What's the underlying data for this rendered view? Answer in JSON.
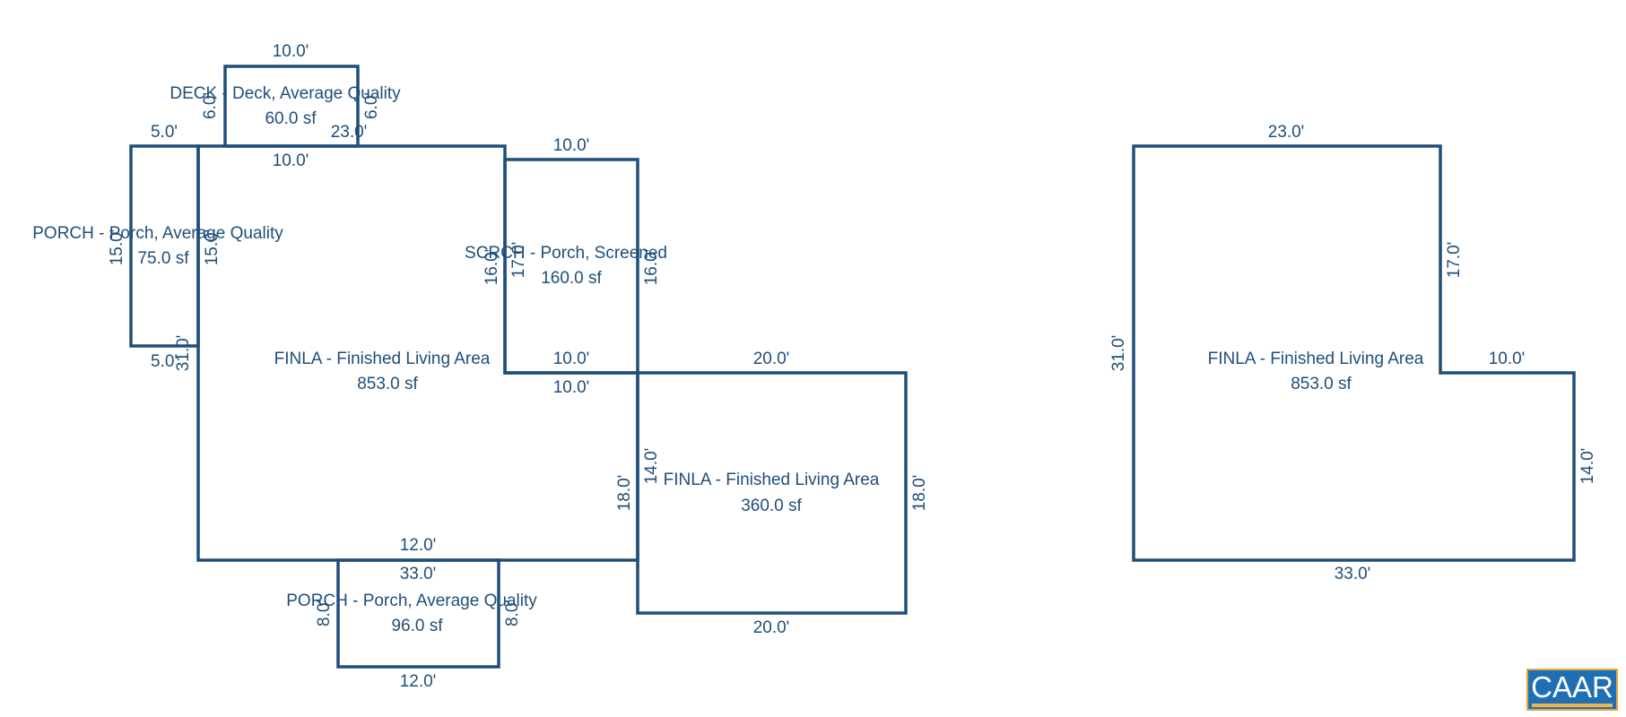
{
  "areas": {
    "deck": {
      "name": "DECK - Deck, Average Quality",
      "area": "60.0 sf"
    },
    "porch_left": {
      "name": "PORCH - Porch, Average Quality",
      "area": "75.0 sf"
    },
    "screen_porch": {
      "name": "SCRCH - Porch, Screened",
      "area": "160.0 sf"
    },
    "finla_main": {
      "name": "FINLA - Finished Living Area",
      "area": "853.0 sf"
    },
    "finla_ext": {
      "name": "FINLA - Finished Living Area",
      "area": "360.0 sf"
    },
    "porch_bottom": {
      "name": "PORCH - Porch, Average Quality",
      "area": "96.0 sf"
    },
    "finla_right": {
      "name": "FINLA - Finished Living Area",
      "area": "853.0 sf"
    }
  },
  "dimensions": {
    "deck_top": "10.0'",
    "deck_left": "6.0'",
    "deck_right": "6.0'",
    "deck_bottom": "10.0'",
    "porch_left_top": "5.0'",
    "porch_left_left": "15.0'",
    "porch_left_right": "15.0'",
    "porch_left_bottom": "5.0'",
    "main_top": "23.0'",
    "main_left": "31.0'",
    "main_bottom": "33.0'",
    "scr_top": "10.0'",
    "scr_left_outer": "16.0'",
    "scr_left_inner": "17.0'",
    "scr_right": "16.0'",
    "scr_bottom_upper": "10.0'",
    "scr_bottom_lower": "10.0'",
    "ext_top": "20.0'",
    "ext_left_outer": "18.0'",
    "ext_left_inner": "14.0'",
    "ext_right": "18.0'",
    "ext_bottom": "20.0'",
    "porch_bottom_top": "12.0'",
    "porch_bottom_left": "8.0'",
    "porch_bottom_right": "8.0'",
    "porch_bottom_bottom": "12.0'",
    "right_top": "23.0'",
    "right_left": "31.0'",
    "right_inner_vertical": "17.0'",
    "right_inner_horizontal": "10.0'",
    "right_right": "14.0'",
    "right_bottom": "33.0'"
  },
  "logo": {
    "text": "CAAR",
    "bg_color": "#1f6fb5",
    "border_color": "#e8a33c"
  },
  "colors": {
    "line": "#1f4e79",
    "background": "#ffffff"
  }
}
